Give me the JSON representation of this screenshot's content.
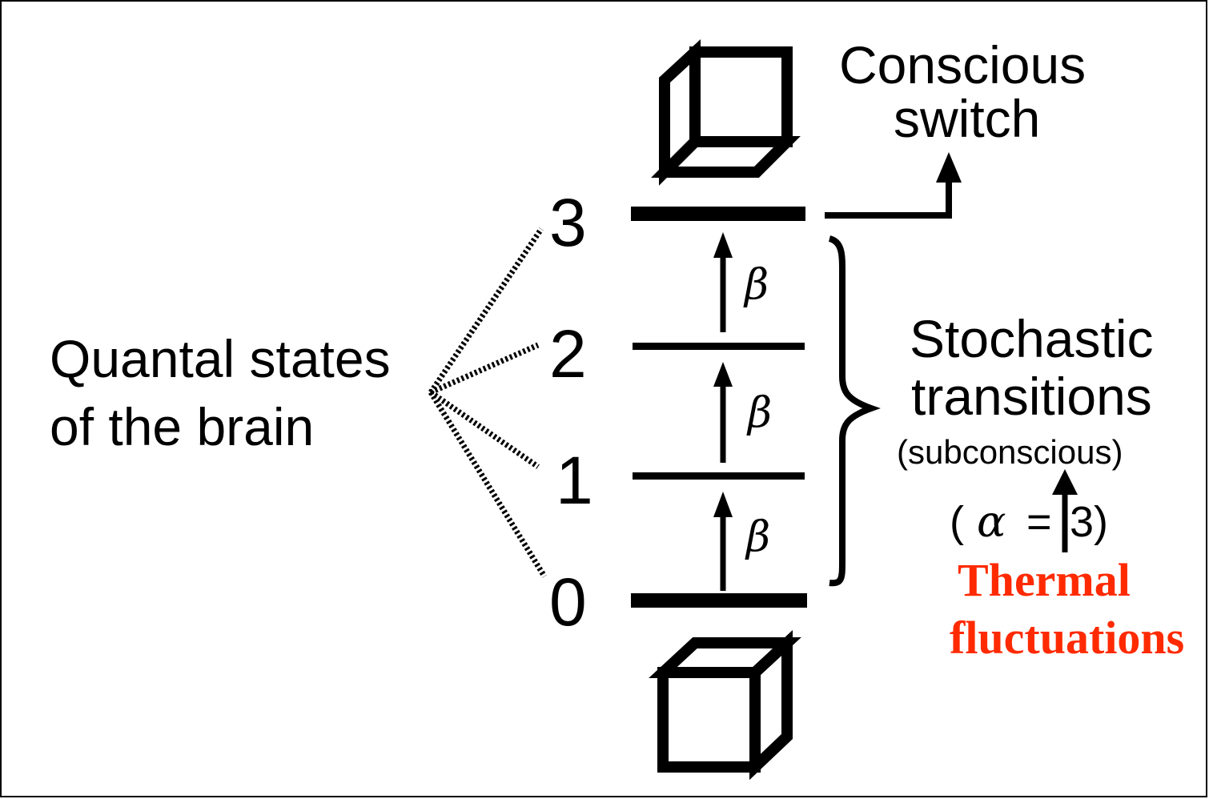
{
  "left_label": {
    "line1": "Quantal states",
    "line2": "of the brain"
  },
  "levels": [
    {
      "number": "3"
    },
    {
      "number": "2"
    },
    {
      "number": "1"
    },
    {
      "number": "0"
    }
  ],
  "transition_symbol": "β",
  "conscious_switch": {
    "line1": "Conscious",
    "line2": "switch"
  },
  "stochastic": {
    "line1": "Stochastic",
    "line2": "transitions",
    "line3": "(subconscious)"
  },
  "alpha": {
    "open": "(",
    "symbol": "α",
    "equals": "=",
    "value": "3)"
  },
  "thermal": {
    "line1": "Thermal",
    "line2": "fluctuations",
    "color": "#ff2a00"
  }
}
